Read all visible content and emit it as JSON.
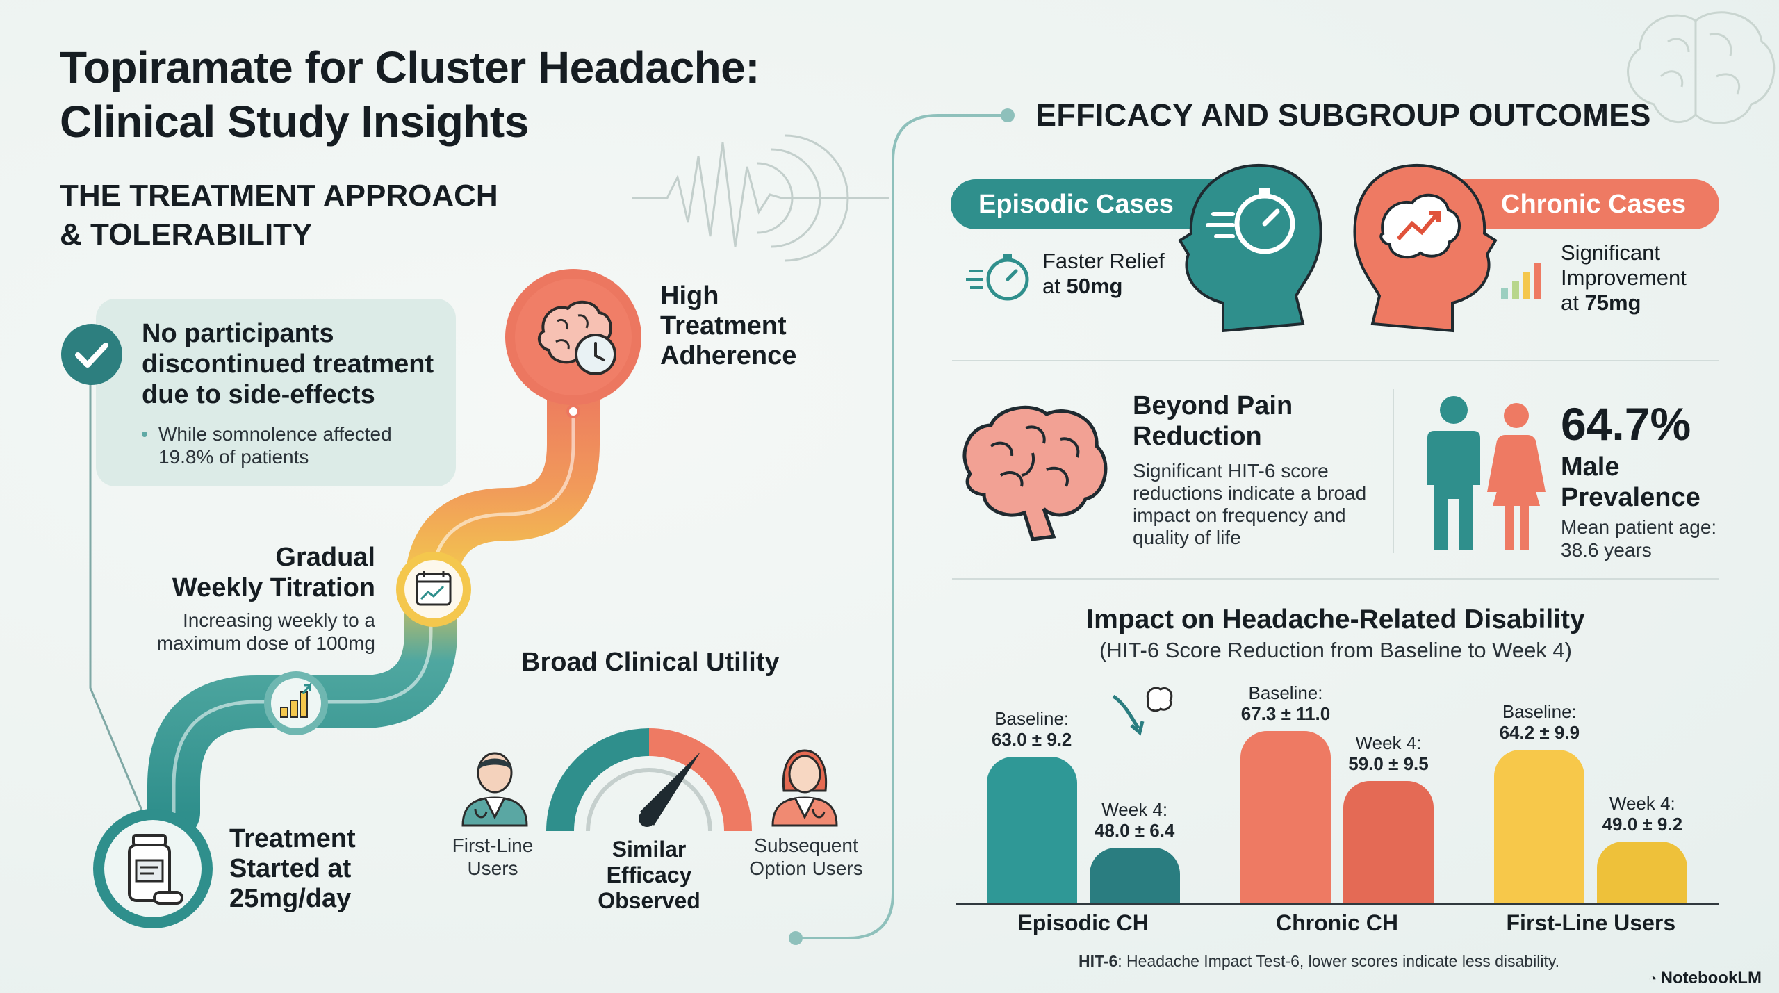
{
  "title": {
    "line1": "Topiramate for Cluster Headache:",
    "line2": "Clinical Study Insights"
  },
  "left_section": {
    "heading_line1": "THE TREATMENT APPROACH",
    "heading_line2": "& TOLERABILITY",
    "tolerability": {
      "line1": "No participants",
      "line2": "discontinued treatment",
      "line3": "due to side-effects",
      "note_line1": "While somnolence affected",
      "note_line2": "19.8% of patients"
    },
    "adherence": {
      "line1": "High",
      "line2": "Treatment",
      "line3": "Adherence"
    },
    "titration": {
      "title_line1": "Gradual",
      "title_line2": "Weekly Titration",
      "desc_line1": "Increasing weekly to a",
      "desc_line2": "maximum dose of 100mg"
    },
    "start": {
      "line1": "Treatment",
      "line2": "Started at",
      "line3": "25mg/day"
    },
    "utility": {
      "title": "Broad Clinical Utility",
      "first_line_1": "First-Line",
      "first_line_2": "Users",
      "subsequent_1": "Subsequent",
      "subsequent_2": "Option Users",
      "gauge_1": "Similar",
      "gauge_2": "Efficacy",
      "gauge_3": "Observed"
    }
  },
  "right_section": {
    "heading": "EFFICACY AND SUBGROUP OUTCOMES",
    "episodic": {
      "label": "Episodic Cases",
      "text_line1": "Faster Relief",
      "text_prefix": "at ",
      "dose": "50mg"
    },
    "chronic": {
      "label": "Chronic Cases",
      "text_line1": "Significant",
      "text_line2": "Improvement",
      "text_prefix": "at ",
      "dose": "75mg"
    },
    "beyond": {
      "title_line1": "Beyond Pain",
      "title_line2": "Reduction",
      "desc_line1": "Significant HIT-6 score",
      "desc_line2": "reductions indicate a broad",
      "desc_line3": "impact on frequency and",
      "desc_line4": "quality of life"
    },
    "prevalence": {
      "value": "64.7%",
      "line1": "Male",
      "line2": "Prevalence",
      "age_line1": "Mean patient age:",
      "age_line2": "38.6 years"
    },
    "footnote_bold": "HIT-6",
    "footnote_rest": ": Headache Impact Test-6, lower scores indicate less disability."
  },
  "chart_data": {
    "type": "bar",
    "title": "Impact on Headache-Related Disability",
    "subtitle": "(HIT-6 Score Reduction from Baseline to Week 4)",
    "categories": [
      "Episodic CH",
      "Chronic CH",
      "First-Line Users"
    ],
    "ylim": [
      40,
      70
    ],
    "series": [
      {
        "name": "Baseline",
        "values": [
          63.0,
          67.3,
          64.2
        ],
        "sd": [
          9.2,
          11.0,
          9.9
        ],
        "labels": [
          "63.0 ± 9.2",
          "67.3 ± 11.0",
          "64.2 ± 9.9"
        ],
        "colors": [
          "#2f9896",
          "#ee7a63",
          "#f7c84a"
        ]
      },
      {
        "name": "Week 4",
        "values": [
          48.0,
          59.0,
          49.0
        ],
        "sd": [
          6.4,
          9.5,
          9.2
        ],
        "labels": [
          "48.0 ± 6.4",
          "59.0 ± 9.5",
          "49.0 ± 9.2"
        ],
        "colors": [
          "#2a7d80",
          "#e46a55",
          "#eec13a"
        ]
      }
    ]
  },
  "colors": {
    "teal": "#2f8f8c",
    "coral": "#ee7a63",
    "yellow": "#f5c547",
    "dark": "#161d22"
  },
  "branding": {
    "name": "NotebookLM"
  }
}
